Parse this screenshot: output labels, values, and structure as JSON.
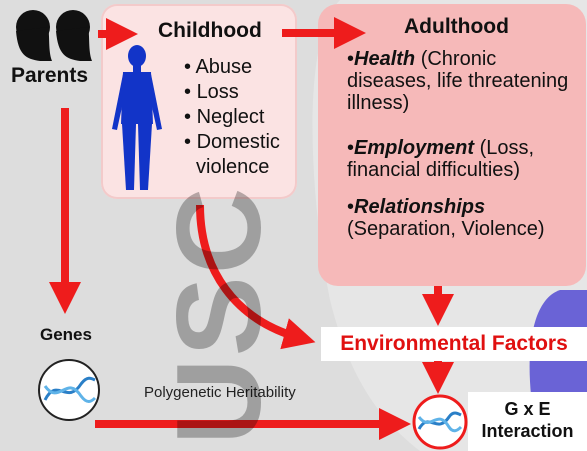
{
  "parents": {
    "label": "Parents"
  },
  "childhood": {
    "title": "Childhood",
    "items": [
      "Abuse",
      "Loss",
      "Neglect",
      "Domestic violence"
    ]
  },
  "adulthood": {
    "title": "Adulthood",
    "items": [
      {
        "head": "Health",
        "rest": " (Chronic diseases, life threatening illness)"
      },
      {
        "head": "Employment",
        "rest": " (Loss, financial difficulties)"
      },
      {
        "head": "Relationships",
        "rest": " (Separation, Violence)"
      }
    ]
  },
  "genes": {
    "label": "Genes"
  },
  "environmental": {
    "label": "Environmental Factors"
  },
  "polygenic": {
    "label": "Polygenetic Heritability"
  },
  "gxe": {
    "line1": "G x E",
    "line2": "Interaction"
  },
  "watermark": {
    "text": "USC"
  },
  "colors": {
    "arrow": "#ee1c1c",
    "figure": "#1234c8",
    "adult_box": "#f6b9b9",
    "child_box": "#fbe3e3"
  }
}
